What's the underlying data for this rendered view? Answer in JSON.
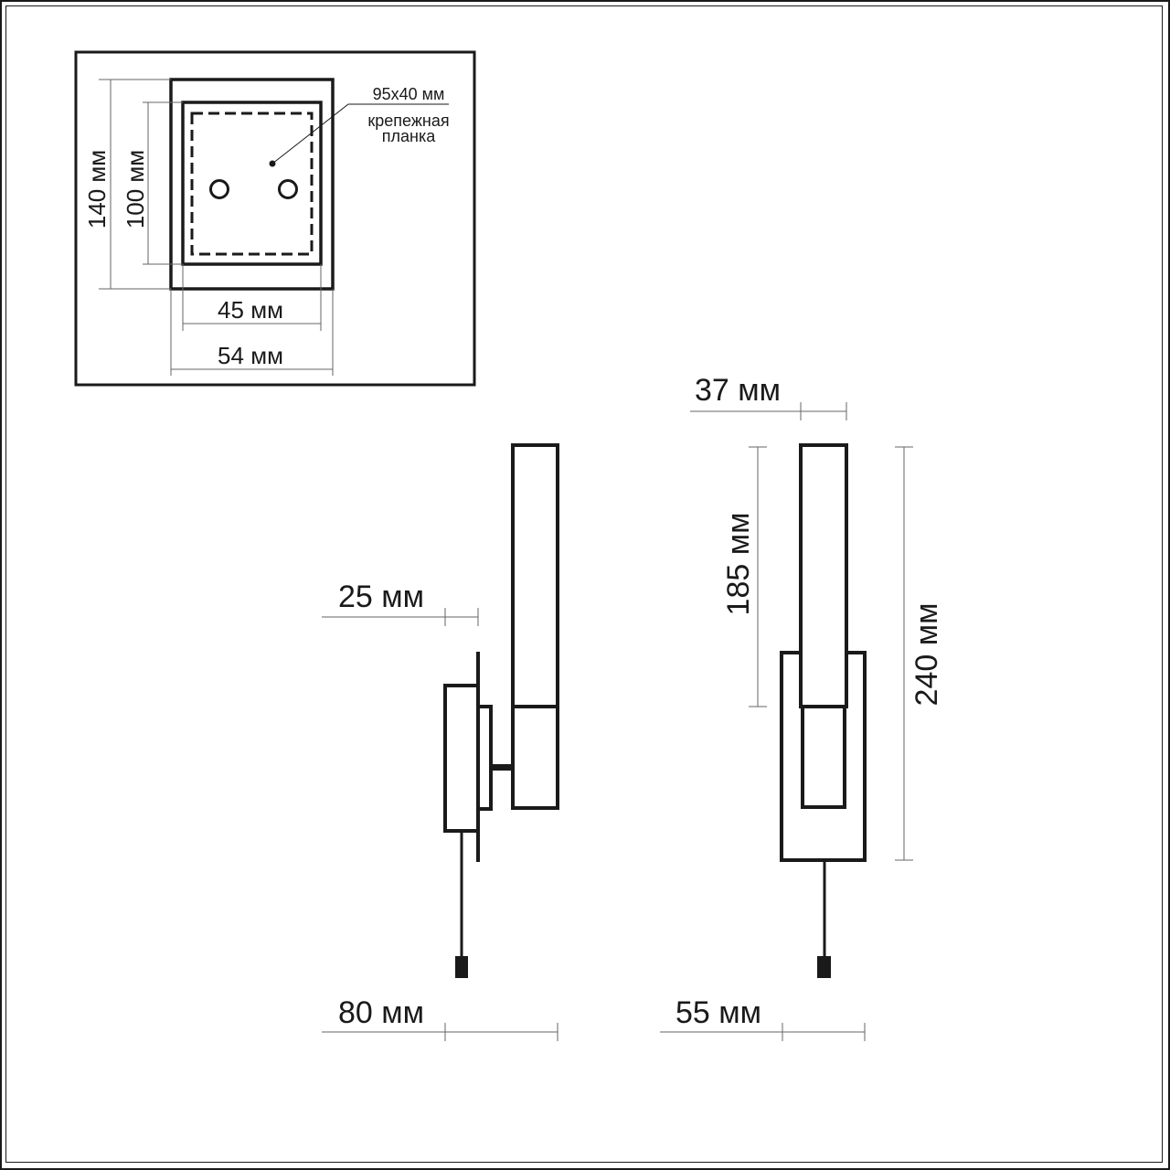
{
  "mounting_plate": {
    "size_label": "95x40 мм",
    "caption_line1": "крепежная",
    "caption_line2": "планка"
  },
  "top_view": {
    "outer_height": "140 мм",
    "inner_height": "100 мм",
    "inner_width": "45 мм",
    "outer_width": "54 мм"
  },
  "side_view": {
    "offset": "25 мм",
    "depth": "80 мм"
  },
  "front_view": {
    "width_top": "37 мм",
    "tube_height": "185 мм",
    "total_height": "240 мм",
    "width_bottom": "55 мм"
  },
  "colors": {
    "line": "#1a1a1a",
    "thin": "#666666",
    "background": "#ffffff"
  }
}
